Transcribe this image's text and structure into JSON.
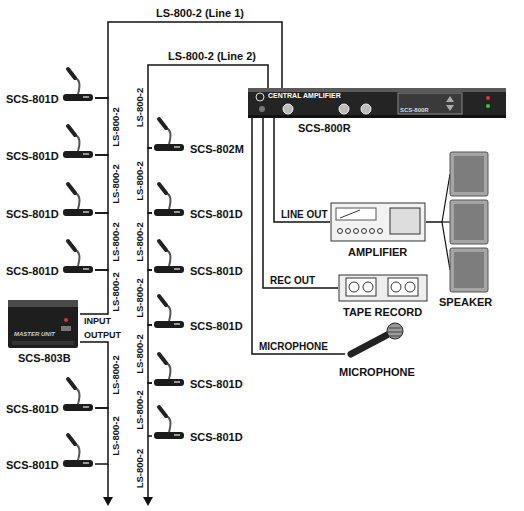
{
  "diagram": {
    "nodes": [
      {
        "text": [
          "CENTRAL AMPLIFIER",
          "SCS-800R"
        ]
      },
      {
        "text": [
          "SCS-801D"
        ]
      },
      {
        "text": [
          "SCS-801D"
        ]
      },
      {
        "text": [
          "SCS-801D"
        ]
      },
      {
        "text": [
          "SCS-801D"
        ]
      },
      {
        "text": [
          "SCS-803B"
        ]
      },
      {
        "text": [
          "SCS-801D"
        ]
      },
      {
        "text": [
          "SCS-801D"
        ]
      },
      {
        "text": [
          "SCS-802M"
        ]
      },
      {
        "text": [
          "SCS-801D"
        ]
      },
      {
        "text": [
          "SCS-801D"
        ]
      },
      {
        "text": [
          "SCS-801D"
        ]
      },
      {
        "text": [
          "SCS-801D"
        ]
      },
      {
        "text": [
          "SCS-801D"
        ]
      },
      {
        "text": [
          "AMPLIFIER"
        ]
      },
      {
        "text": [
          "TAPE RECORD"
        ]
      },
      {
        "text": [
          "MICROPHONE"
        ]
      },
      {
        "text": [
          "SPEAKER"
        ]
      }
    ],
    "edges": [
      {
        "from": 0,
        "to": 1,
        "label": "LS-800-2 (Line 1)",
        "arrow": "none"
      },
      {
        "from": 0,
        "to": 8,
        "label": "LS-800-2 (Line 2)",
        "arrow": "none"
      },
      {
        "from": 1,
        "to": 2,
        "label": "LS-800-2",
        "arrow": "none"
      },
      {
        "from": 2,
        "to": 3,
        "label": "LS-800-2",
        "arrow": "none"
      },
      {
        "from": 3,
        "to": 4,
        "label": "LS-800-2",
        "arrow": "none"
      },
      {
        "from": 4,
        "to": 5,
        "label": "LS-800-2",
        "arrow": "none"
      },
      {
        "from": 5,
        "to": 6,
        "label": "LS-800-2",
        "arrow": "none"
      },
      {
        "from": 6,
        "to": 7,
        "label": "LS-800-2",
        "arrow": "none"
      },
      {
        "from": 8,
        "to": 9,
        "label": "LS-800-2",
        "arrow": "none"
      },
      {
        "from": 9,
        "to": 10,
        "label": "LS-800-2",
        "arrow": "none"
      },
      {
        "from": 10,
        "to": 11,
        "label": "LS-800-2",
        "arrow": "none"
      },
      {
        "from": 11,
        "to": 12,
        "label": "LS-800-2",
        "arrow": "none"
      },
      {
        "from": 12,
        "to": 13,
        "label": "LS-800-2",
        "arrow": "none"
      },
      {
        "from": 0,
        "to": 14,
        "label": "LINE OUT",
        "arrow": "none"
      },
      {
        "from": 0,
        "to": 15,
        "label": "REC OUT",
        "arrow": "none"
      },
      {
        "from": 0,
        "to": 16,
        "label": "MICROPHONE",
        "arrow": "none"
      },
      {
        "from": 14,
        "to": 17,
        "arrow": "none"
      }
    ],
    "labels": [
      "SCS-800R",
      "MASTER UNIT",
      "INPUT",
      "OUTPUT",
      "LS-800-2",
      "LS-800-2"
    ]
  }
}
